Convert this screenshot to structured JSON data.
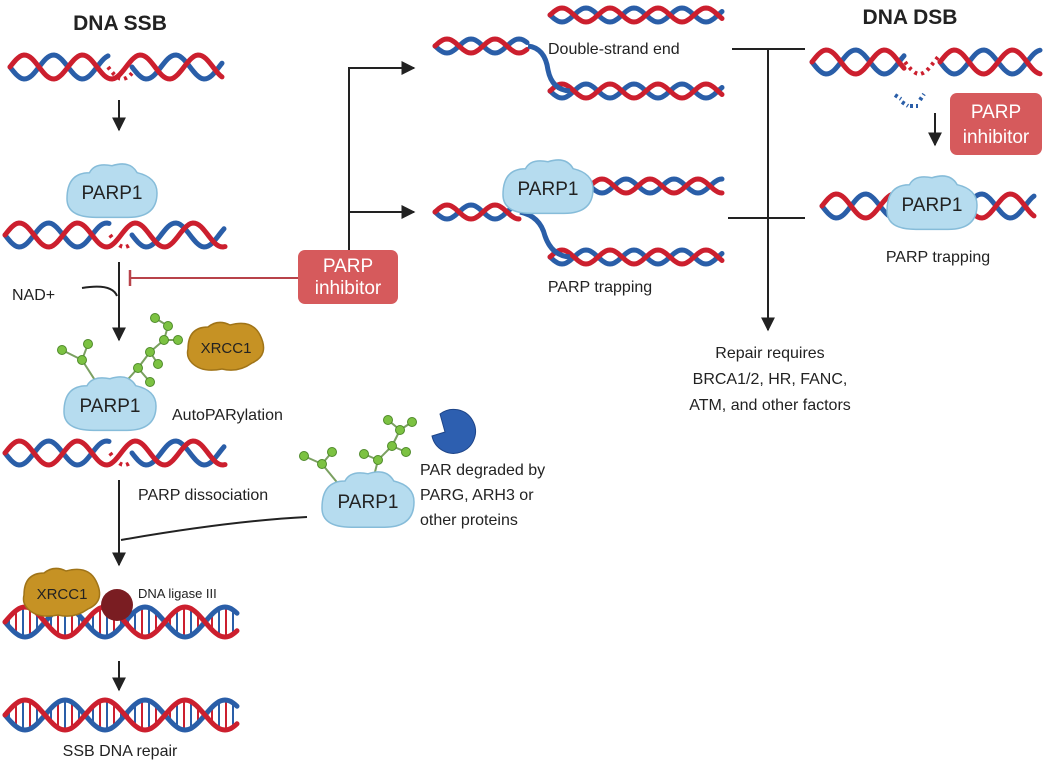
{
  "titles": {
    "ssb": "DNA SSB",
    "dsb": "DNA DSB"
  },
  "proteins": {
    "parp1": "PARP1",
    "xrcc1": "XRCC1"
  },
  "inhibitor": {
    "line1": "PARP",
    "line2": "inhibitor"
  },
  "labels": {
    "nad": "NAD+",
    "autoparylation": "AutoPARylation",
    "parp_dissociation": "PARP dissociation",
    "dna_ligase": "DNA ligase III",
    "ssb_repair": "SSB DNA repair",
    "par_degraded_1": "PAR degraded by",
    "par_degraded_2": "PARG, ARH3 or",
    "par_degraded_3": "other proteins",
    "double_strand_end": "Double-strand end",
    "parp_trapping_mid": "PARP trapping",
    "parp_trapping_right": "PARP trapping",
    "repair_1": "Repair requires",
    "repair_2": "BRCA1/2, HR, FANC,",
    "repair_3": "ATM, and other factors"
  },
  "colors": {
    "strand_red": "#cc1f2e",
    "strand_blue": "#2a5ea8",
    "parp_fill": "#b6dcef",
    "parp_stroke": "#86bcd9",
    "xrcc1_fill": "#c69224",
    "inhibitor_fill": "#d65a5c",
    "inhibit_line": "#b8434a",
    "ligase_fill": "#7a1d22",
    "par_green": "#7cc242",
    "pac_blue": "#2d5fb0"
  }
}
